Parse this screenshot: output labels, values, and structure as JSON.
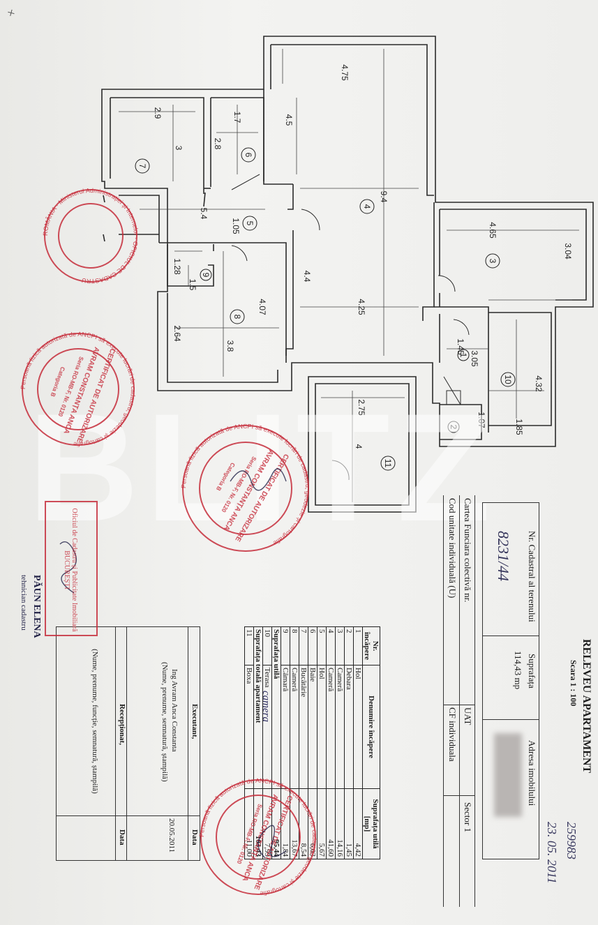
{
  "corner_mark": "+",
  "title": "RELEVEU APARTAMENT",
  "scale": "Scara 1 : 100",
  "stamp_code": "259983",
  "stamp_date": "23. 05. 2011",
  "cadastral_header": {
    "nr_label": "Nr. Cadastral al terenului",
    "nr_value": "8231/44",
    "surface_label": "Suprafața",
    "surface_value": "114,43 mp",
    "address_label": "Adresa imobilului"
  },
  "land_book": {
    "label": "Cartea Funciara colectivă nr.",
    "uat_label": "UAT",
    "sector": "Sector 1",
    "code_label": "Cod unitate individuală (U)",
    "cf_label": "CF individuala"
  },
  "rooms_table": {
    "headers": [
      "Nr. încăpere",
      "Denumire încăpere",
      "Suprafața utilă [mp]"
    ],
    "rows": [
      [
        "1",
        "Hol",
        "4,42"
      ],
      [
        "2",
        "Debara",
        "1,45"
      ],
      [
        "3",
        "Cameră",
        "14,16"
      ],
      [
        "4",
        "Cameră",
        "41,60"
      ],
      [
        "5",
        "Hol",
        "5,67"
      ],
      [
        "6",
        "Baie",
        "6,03"
      ],
      [
        "7",
        "Bucătărie",
        "8,54"
      ],
      [
        "8",
        "Cameră",
        "13,67"
      ],
      [
        "9",
        "Cămară",
        "1,84"
      ]
    ],
    "useful_label": "Suprafața utilă",
    "useful_value": "95,44",
    "extra_rows": [
      [
        "10",
        "Terasa",
        "7,99"
      ]
    ],
    "total_label": "Suprafața totală apartament",
    "total_value": "103,43",
    "box_row": [
      "11",
      "Boxa",
      "11,00"
    ],
    "handwritten": "camera"
  },
  "execution": {
    "executant_label": "Executant,",
    "data_label": "Data",
    "name": "Ing Avram Anca Constanta",
    "sign_hint": "(Nume, prenume, semnatură, ștampilă)",
    "date": "20.05.2011",
    "received_label": "Recepționat,",
    "received_data_label": "Data",
    "received_hint": "(Nume, prenume, funcție, semnatură, ștampilă)"
  },
  "plan": {
    "room_numbers": [
      "1",
      "2",
      "3",
      "4",
      "5",
      "6",
      "7",
      "8",
      "9",
      "10",
      "11"
    ],
    "dimensions": {
      "r4_a": "4.75",
      "r4_b": "4.5",
      "r4_c": "9.4",
      "r4_d": "4.4",
      "r4_e": "4.25",
      "r7_a": "2.9",
      "r7_b": "3",
      "r6_a": "1.7",
      "r6_b": "2.8",
      "r5_a": "5.4",
      "r5_b": "1.05",
      "r9_a": "1.28",
      "r9_b": "1.5",
      "r8_a": "4.07",
      "r8_b": "2.64",
      "r8_c": "3.8",
      "r3_a": "4.65",
      "r3_b": "3.04",
      "r1_a": "1.45",
      "r1_b": "3.05",
      "r10_a": "4.32",
      "r2_a": "1.07",
      "r10_b": "1.85",
      "r11_a": "2.75",
      "r11_b": "4"
    }
  },
  "stamps": {
    "round_text": "Persoană fizică autorizată de ANCPI să execute lucrări de cadastru, geodezie și cartografie",
    "round_title": "CERTIFICAT DE AUTORIZARE",
    "round_series": "Seria RO-MB-F, Nr. 0120",
    "round_name": "AVRAM CONSTANȚA ANCA",
    "round_cat": "Categoria B",
    "romania": "ROMÂNIA",
    "ministry": "Ministerul Administrației și Internelor",
    "office": "OFICIUL DE CADASTRU",
    "rect_text": "Oficiul de Cadastru și Publicitate Imobiliară BUCUREȘTI",
    "rect_name": "PĂUN ELENA",
    "rect_role": "tehnician cadastru"
  },
  "watermark": "BLITZ",
  "colors": {
    "ink": "#222222",
    "stamp_red": "#c62d3b",
    "paper": "#eeeeec",
    "watermark": "#ffffff"
  }
}
